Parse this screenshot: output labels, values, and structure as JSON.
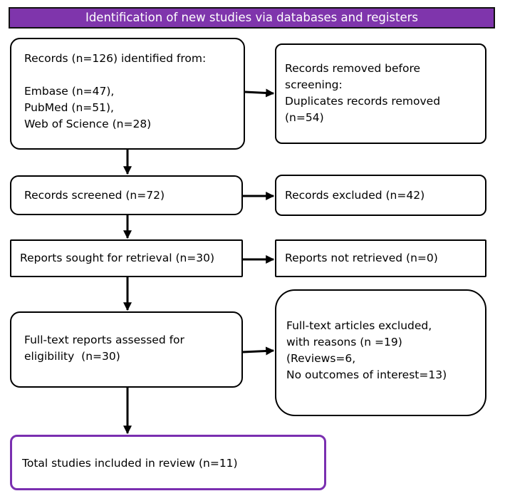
{
  "header": {
    "title": "Identification of new studies via databases and registers"
  },
  "boxes": {
    "identified": [
      "Records (n=126) identified from:",
      "",
      "Embase (n=47),",
      "PubMed (n=51),",
      "Web of Science (n=28)"
    ],
    "removed": [
      "Records removed before",
      "screening:",
      "Duplicates records removed",
      "(n=54)"
    ],
    "screened": "Records screened (n=72)",
    "excluded": "Records excluded (n=42)",
    "sought": "Reports sought for retrieval (n=30)",
    "not_retrieved": "Reports not retrieved (n=0)",
    "fulltext": [
      "Full-text reports assessed for",
      "eligibility  (n=30)"
    ],
    "fulltext_excluded": [
      "Full-text articles excluded,",
      "with reasons (n =19)",
      "(Reviews=6,",
      "No outcomes of interest=13)"
    ],
    "included": "Total studies included in review (n=11)"
  },
  "colors": {
    "header_bg": "#7f35ac",
    "header_text": "#ffffff",
    "included_border": "#7a2fb0",
    "arrow": "#000000"
  }
}
